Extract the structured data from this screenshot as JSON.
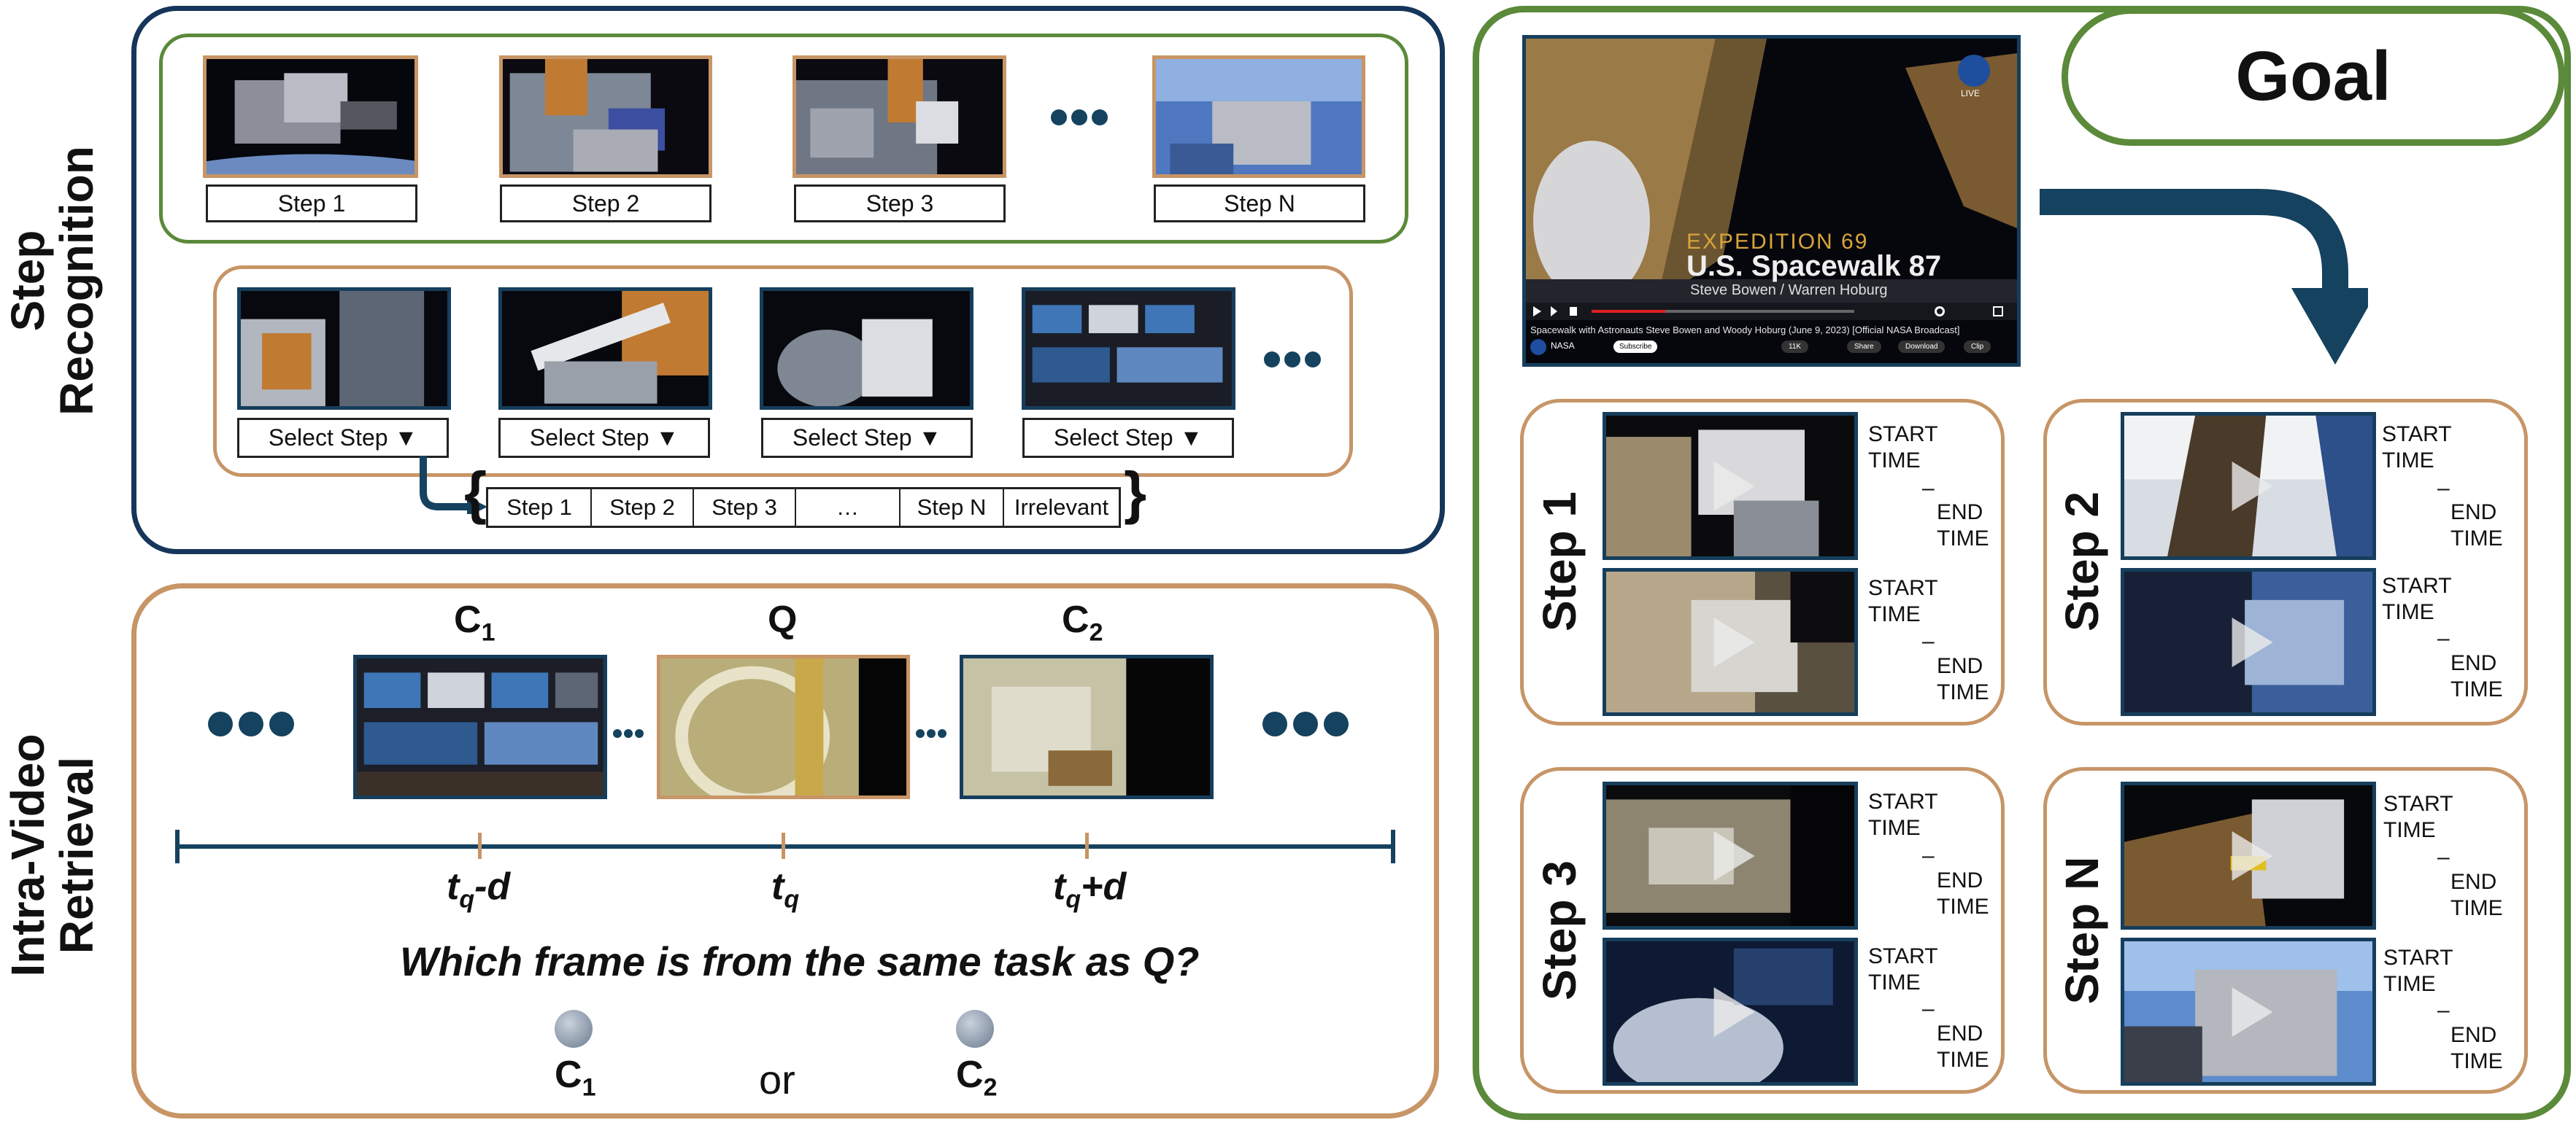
{
  "step_recognition": {
    "side_label_line1": "Step",
    "side_label_line2": "Recognition",
    "step_labels": [
      "Step 1",
      "Step 2",
      "Step 3",
      "Step N"
    ],
    "select_label": "Select Step ▼",
    "options": [
      "Step 1",
      "Step 2",
      "Step 3",
      "…",
      "Step N",
      "Irrelevant"
    ],
    "brace_open": "{",
    "brace_close": "}"
  },
  "retrieval": {
    "side_label_line1": "Intra-Video",
    "side_label_line2": "Retrieval",
    "frame_c1": "C",
    "frame_c1_sub": "1",
    "frame_q": "Q",
    "frame_c2": "C",
    "frame_c2_sub": "2",
    "tick_left": "t",
    "tick_left_sub": "q",
    "tick_left_suffix": "-d",
    "tick_mid": "t",
    "tick_mid_sub": "q",
    "tick_right": "t",
    "tick_right_sub": "q",
    "tick_right_suffix": "+d",
    "question": "Which frame is from the same task as Q?",
    "choice_a": "C",
    "choice_a_sub": "1",
    "or_text": "or",
    "choice_b": "C",
    "choice_b_sub": "2"
  },
  "goal": {
    "title": "Goal",
    "video_overlay_line1": "EXPEDITION 69",
    "video_overlay_line2": "U.S. Spacewalk 87",
    "video_overlay_line3": "Steve Bowen / Warren Hoburg",
    "video_live_tag": "LIVE",
    "video_caption": "Spacewalk with Astronauts Steve Bowen and Woody Hoburg (June 9, 2023) [Official NASA Broadcast]",
    "channel_name": "NASA",
    "subscribe_label": "Subscribe",
    "action_like": "11K",
    "action_share": "Share",
    "action_download": "Download",
    "action_clip": "Clip",
    "time_start": [
      "START",
      "TIME"
    ],
    "time_dash": "–",
    "time_end": [
      "END",
      "TIME"
    ],
    "steps": [
      "Step 1",
      "Step 2",
      "Step 3",
      "Step N"
    ]
  },
  "colors": {
    "navy": "#15365a",
    "green": "#5b8a3a",
    "tan": "#c79566",
    "dark_teal": "#15425e"
  }
}
